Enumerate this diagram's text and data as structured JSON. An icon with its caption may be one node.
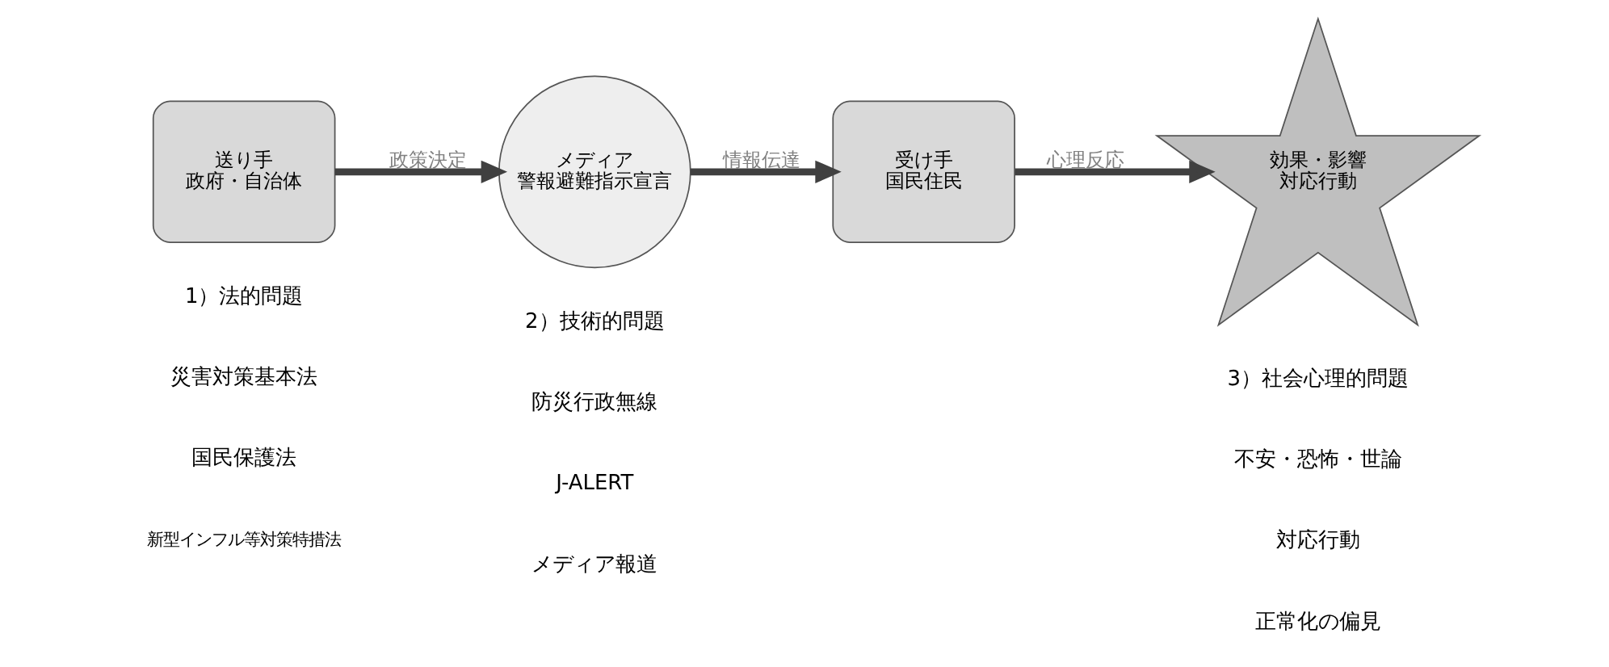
{
  "diagram": {
    "nodes": [
      {
        "text": [
          "送り手",
          "政府・自治体"
        ]
      },
      {
        "text": [
          "メディア",
          "警報避難指示宣言"
        ]
      },
      {
        "text": [
          "受け手",
          "国民住民"
        ]
      },
      {
        "text": [
          "効果・影響",
          "対応行動"
        ]
      }
    ],
    "edges": [
      {
        "from": 0,
        "to": 1,
        "arrow": "to",
        "label": "政策決定"
      },
      {
        "from": 1,
        "to": 2,
        "arrow": "to",
        "label": "情報伝達"
      },
      {
        "from": 2,
        "to": 3,
        "arrow": "to",
        "label": "心理反応"
      }
    ],
    "labels": [
      "1）法的問題",
      "災害対策基本法",
      "国民保護法",
      "新型インフル等対策特措法",
      "2）技術的問題",
      "防災行政無線",
      "J-ALERT",
      "メディア報道",
      "3）社会心理的問題",
      "不安・恐怖・世論",
      "対応行動",
      "正常化の偏見"
    ]
  }
}
